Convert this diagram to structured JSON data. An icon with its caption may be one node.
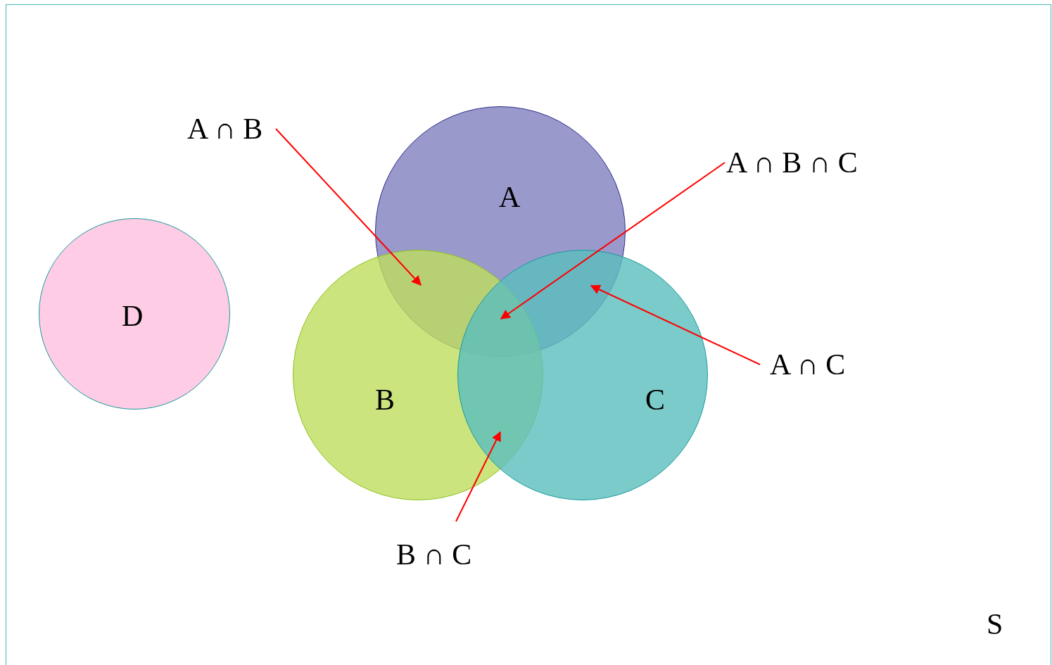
{
  "diagram": {
    "nodes": [
      {
        "text": [
          "S"
        ]
      },
      {
        "text": [
          "A"
        ],
        "in": 0
      },
      {
        "text": [
          "D"
        ],
        "in": 0
      },
      {
        "text": [
          "B"
        ],
        "in": 0
      },
      {
        "text": [
          "C"
        ],
        "in": 0
      },
      {
        "text": [
          "A ∩ B"
        ],
        "in": 0
      },
      {
        "text": [
          "A ∩ B ∩ C"
        ],
        "in": 0
      },
      {
        "text": [
          "A ∩ C"
        ],
        "in": 0
      },
      {
        "text": [
          "B ∩ C"
        ],
        "in": 0
      }
    ],
    "edges": [
      {
        "from": 5,
        "to": 1,
        "arrow": "to"
      },
      {
        "from": 6,
        "to": 1,
        "arrow": "to"
      },
      {
        "from": 7,
        "to": 1,
        "arrow": "to"
      },
      {
        "from": 8,
        "to": 3,
        "arrow": "to"
      }
    ]
  }
}
